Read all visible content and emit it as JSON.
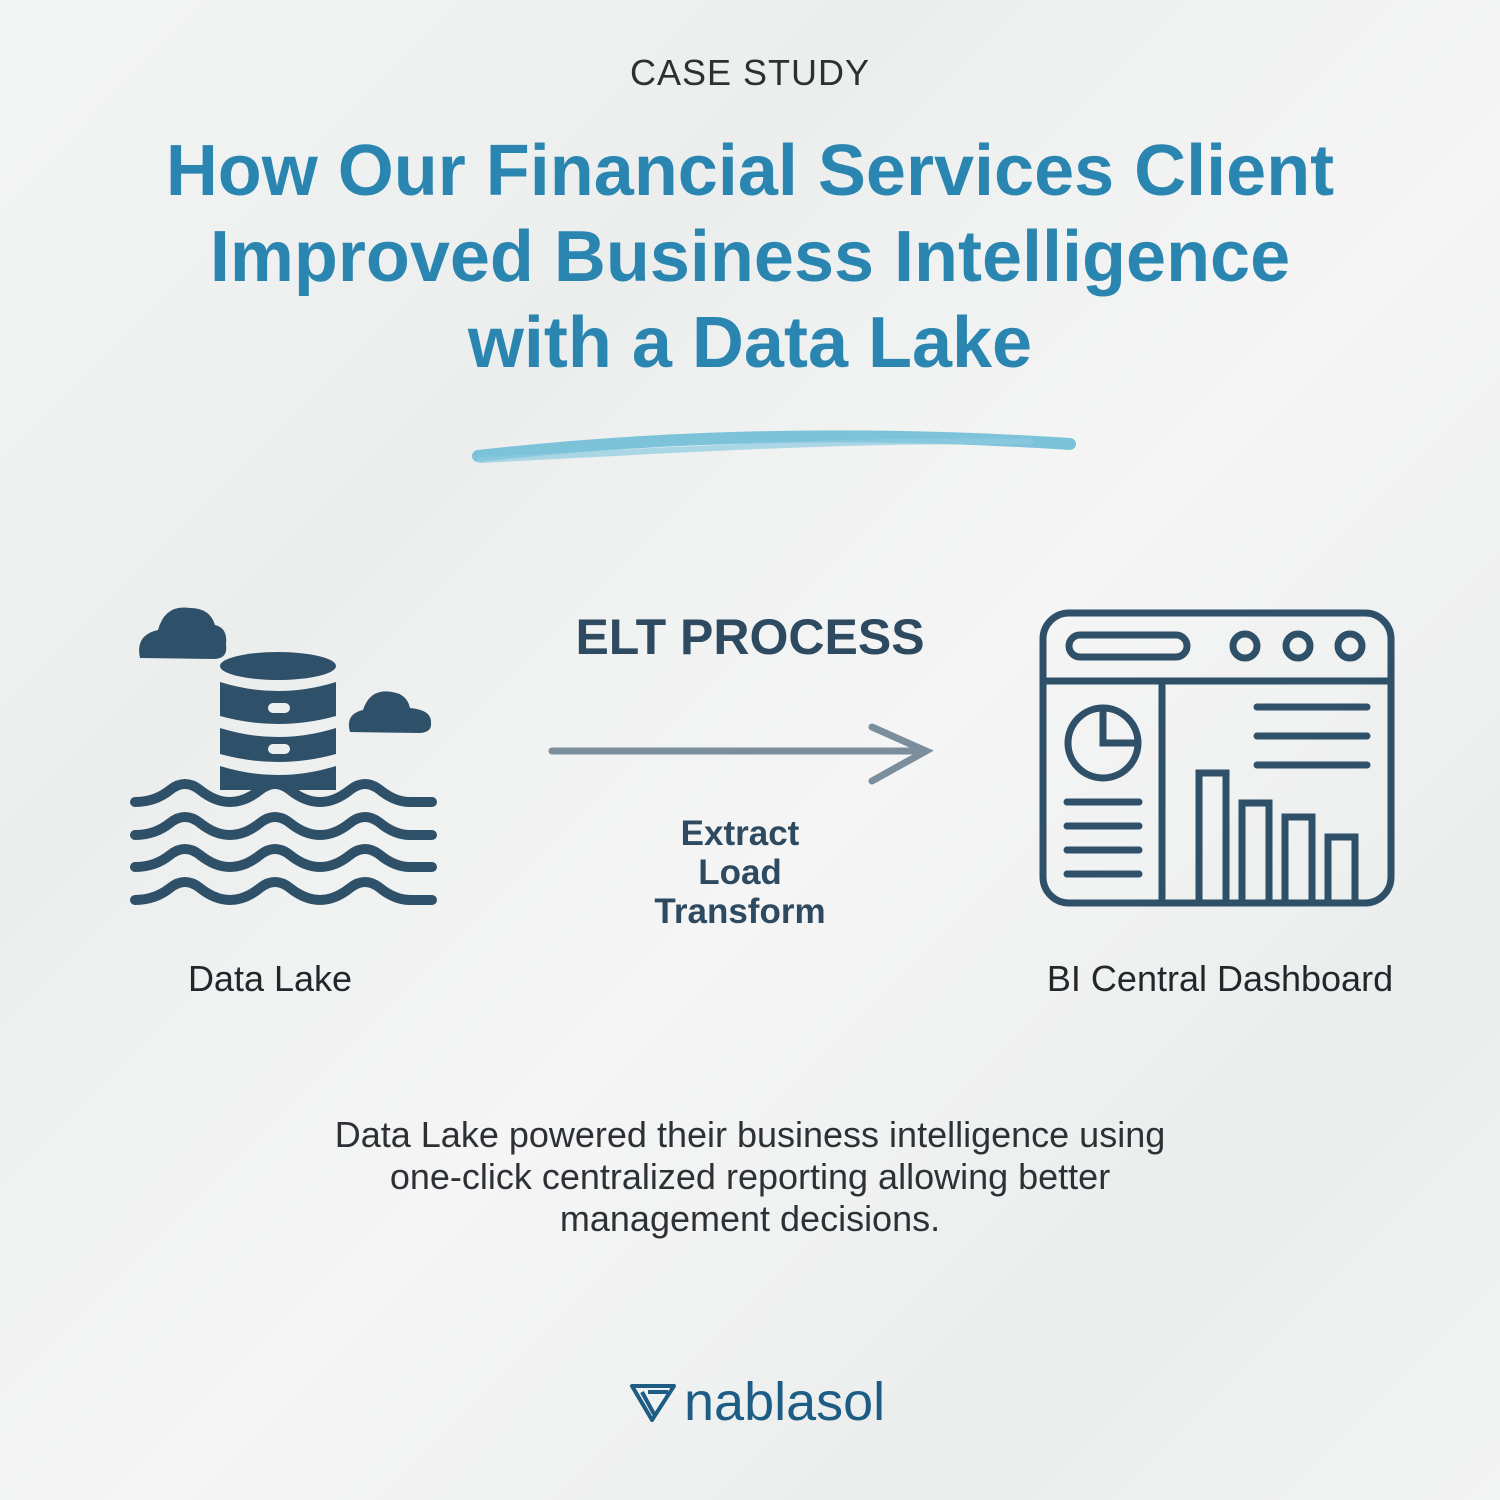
{
  "header": {
    "kicker": "CASE STUDY",
    "title_lines": [
      "How Our Financial Services Client",
      "Improved Business Intelligence",
      "with a Data Lake"
    ]
  },
  "process": {
    "title": "ELT PROCESS",
    "steps": [
      "Extract",
      "Load",
      "Transform"
    ]
  },
  "source": {
    "label": "Data Lake",
    "icon": "data-lake-icon"
  },
  "target": {
    "label": "BI Central Dashboard",
    "icon": "dashboard-icon"
  },
  "description_lines": [
    "Data Lake powered their business intelligence using",
    "one-click centralized reporting allowing better",
    "management decisions."
  ],
  "brand": {
    "name": "nablasol"
  },
  "colors": {
    "title": "#2a86b0",
    "icon": "#2f5069",
    "arrow": "#7a8e9b",
    "brush": "#7cc3da",
    "logo": "#1d5d85"
  }
}
